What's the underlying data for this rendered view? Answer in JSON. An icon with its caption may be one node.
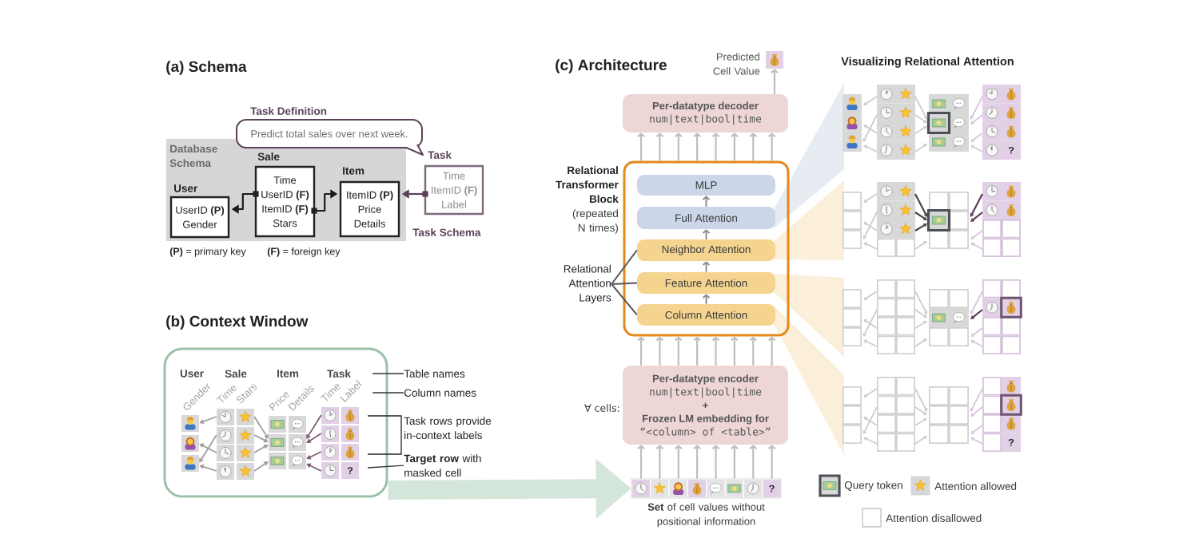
{
  "diagram": {
    "nodes": [
      {
        "text": [
          "Database Schema"
        ]
      },
      {
        "text": [
          "Task Definition",
          "Predict total sales over next week."
        ]
      },
      {
        "text": [
          "User",
          "UserID **(P)**",
          "Gender"
        ],
        "in": 0
      },
      {
        "text": [
          "Sale",
          "Time",
          "UserID **(F)**",
          "ItemID **(F)**",
          "Stars"
        ],
        "in": 0
      },
      {
        "text": [
          "Item",
          "ItemID **(P)**",
          "Price",
          "Details"
        ],
        "in": 0
      },
      {
        "text": [
          "Task",
          "Time",
          "ItemID **(F)**",
          "Label"
        ],
        "beside": [
          "Task Schema"
        ]
      },
      {
        "text": [],
        "shape": "box"
      },
      {
        "text": [
          "User",
          "Gender"
        ],
        "in": 6
      },
      {
        "text": [
          "Sale",
          "Time",
          "Stars"
        ],
        "in": 6
      },
      {
        "text": [
          "Item",
          "Price",
          "Details"
        ],
        "in": 6
      },
      {
        "text": [
          "Task",
          "Time",
          "Label",
          "?"
        ],
        "in": 6
      },
      {
        "text": [
          "Table names"
        ]
      },
      {
        "text": [
          "Column names"
        ]
      },
      {
        "text": [
          "**Target row** with masked cell"
        ]
      },
      {
        "text": [],
        "shape": "picture",
        "beside": [
          "Predicted Cell Value"
        ]
      },
      {
        "text": [
          "Per-datatype decoder",
          "num|text|bool|time"
        ]
      },
      {
        "text": [
          "Relational Transformer Block",
          "(repeated N times)"
        ]
      },
      {
        "text": [
          "MLP"
        ],
        "in": 16
      },
      {
        "text": [
          "Full Attention"
        ],
        "in": 16
      },
      {
        "text": [
          "Neighbor Attention"
        ],
        "in": 16
      },
      {
        "text": [
          "Feature Attention"
        ],
        "in": 16
      },
      {
        "text": [
          "Column Attention"
        ],
        "in": 16
      },
      {
        "text": [
          "Relational Attention Layers"
        ]
      },
      {
        "text": [
          "Per-datatype encoder",
          "num|text|bool|time",
          "+",
          "Frozen LM embedding for",
          "“<column> of <table>”"
        ],
        "beside": [
          "∀ cells:"
        ]
      },
      {
        "text": [
          "?"
        ],
        "beside": [
          "**Set** of cell values without positional information"
        ]
      }
    ],
    "edges": [
      {
        "from": 3,
        "to": 2,
        "arrow": "to",
        "color": "#1a1a1a"
      },
      {
        "from": 3,
        "to": 4,
        "arrow": "to",
        "color": "#1a1a1a"
      },
      {
        "from": 5,
        "to": 4,
        "arrow": "to",
        "color": "#5a4258"
      },
      {
        "from": 8,
        "to": 7,
        "arrow": "to",
        "color": "#9e9e9e"
      },
      {
        "from": 8,
        "to": 7,
        "arrow": "to",
        "color": "#9e9e9e"
      },
      {
        "from": 8,
        "to": 7,
        "arrow": "to",
        "color": "#9e9e9e"
      },
      {
        "from": 8,
        "to": 7,
        "arrow": "to",
        "color": "#9e9e9e"
      },
      {
        "from": 8,
        "to": 9,
        "arrow": "to",
        "color": "#9e9e9e"
      },
      {
        "from": 8,
        "to": 9,
        "arrow": "to",
        "color": "#9e9e9e"
      },
      {
        "from": 8,
        "to": 9,
        "arrow": "to",
        "color": "#9e9e9e"
      },
      {
        "from": 8,
        "to": 9,
        "arrow": "to",
        "color": "#9e9e9e"
      },
      {
        "from": 10,
        "to": 9,
        "arrow": "to",
        "color": "#7b5a79"
      },
      {
        "from": 10,
        "to": 9,
        "arrow": "to",
        "color": "#7b5a79"
      },
      {
        "from": 10,
        "to": 9,
        "arrow": "to",
        "color": "#7b5a79"
      },
      {
        "from": 10,
        "to": 9,
        "arrow": "to",
        "color": "#7b5a79"
      },
      {
        "from": 11,
        "to": 10,
        "arrow": "none",
        "color": "#333333"
      },
      {
        "from": 12,
        "to": 10,
        "arrow": "none",
        "color": "#333333"
      },
      {
        "from": 13,
        "to": 10,
        "arrow": "none",
        "color": "#333333"
      },
      {
        "from": 6,
        "to": 24,
        "arrow": "to",
        "style": "thick",
        "color": "#d3e6d9"
      },
      {
        "from": 15,
        "to": 14,
        "arrow": "to"
      },
      {
        "from": 16,
        "to": 15,
        "arrow": "to"
      },
      {
        "from": 16,
        "to": 15,
        "arrow": "to"
      },
      {
        "from": 16,
        "to": 15,
        "arrow": "to"
      },
      {
        "from": 16,
        "to": 15,
        "arrow": "to"
      },
      {
        "from": 16,
        "to": 15,
        "arrow": "to"
      },
      {
        "from": 16,
        "to": 15,
        "arrow": "to"
      },
      {
        "from": 16,
        "to": 15,
        "arrow": "to"
      },
      {
        "from": 16,
        "to": 15,
        "arrow": "to"
      },
      {
        "from": 21,
        "to": 20,
        "arrow": "to",
        "color": "#8c8c8c"
      },
      {
        "from": 20,
        "to": 19,
        "arrow": "to",
        "color": "#8c8c8c"
      },
      {
        "from": 19,
        "to": 18,
        "arrow": "to",
        "color": "#8c8c8c"
      },
      {
        "from": 18,
        "to": 17,
        "arrow": "to",
        "color": "#8c8c8c"
      },
      {
        "from": 22,
        "to": 19,
        "arrow": "none",
        "color": "#555555"
      },
      {
        "from": 22,
        "to": 20,
        "arrow": "none",
        "color": "#555555"
      },
      {
        "from": 22,
        "to": 21,
        "arrow": "none",
        "color": "#555555"
      },
      {
        "from": 23,
        "to": 16,
        "arrow": "to"
      },
      {
        "from": 23,
        "to": 16,
        "arrow": "to"
      },
      {
        "from": 23,
        "to": 16,
        "arrow": "to"
      },
      {
        "from": 23,
        "to": 16,
        "arrow": "to"
      },
      {
        "from": 23,
        "to": 16,
        "arrow": "to"
      },
      {
        "from": 23,
        "to": 16,
        "arrow": "to"
      },
      {
        "from": 23,
        "to": 16,
        "arrow": "to"
      },
      {
        "from": 23,
        "to": 16,
        "arrow": "to"
      },
      {
        "from": 24,
        "to": 23,
        "arrow": "to"
      },
      {
        "from": 24,
        "to": 23,
        "arrow": "to"
      },
      {
        "from": 24,
        "to": 23,
        "arrow": "to"
      },
      {
        "from": 24,
        "to": 23,
        "arrow": "to"
      },
      {
        "from": 24,
        "to": 23,
        "arrow": "to"
      },
      {
        "from": 24,
        "to": 23,
        "arrow": "to"
      },
      {
        "from": 24,
        "to": 23,
        "arrow": "to"
      },
      {
        "from": 24,
        "to": 23,
        "arrow": "to"
      }
    ],
    "labels": [
      "(a) Schema",
      "(c) Architecture",
      "Visualizing Relational Attention",
      "?",
      "**(P)** = primary key",
      "**(F)** = foreign key",
      "(b) Context Window",
      "Task rows provide in-context labels",
      "?"
    ],
    "legend": [
      {
        "text": "Query token"
      },
      {
        "text": "Attention allowed"
      },
      {
        "text": "Attention disallowed"
      }
    ]
  }
}
